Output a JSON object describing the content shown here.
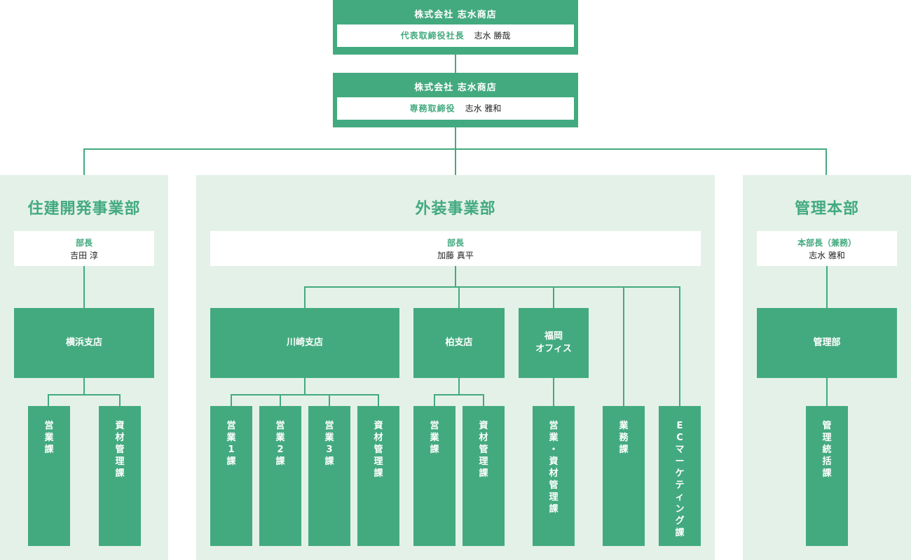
{
  "top1": {
    "company": "株式会社 志水商店",
    "role": "代表取締役社長",
    "name": "志水 勝哉"
  },
  "top2": {
    "company": "株式会社 志水商店",
    "role": "専務取締役",
    "name": "志水 雅和"
  },
  "div1": {
    "title": "住建開発事業部",
    "head_role": "部長",
    "head_name": "吉田 淳",
    "branch": "横浜支店",
    "sections": [
      "営業課",
      "資材管理課"
    ]
  },
  "div2": {
    "title": "外装事業部",
    "head_role": "部長",
    "head_name": "加藤 真平",
    "branch_kawasaki": "川崎支店",
    "branch_kashiwa": "柏支店",
    "branch_fukuoka_l1": "福岡",
    "branch_fukuoka_l2": "オフィス",
    "sections_kawasaki": [
      "営業1課",
      "営業2課",
      "営業3課",
      "資材管理課"
    ],
    "sections_kashiwa": [
      "営業課",
      "資材管理課"
    ],
    "section_fukuoka": "営業・資材管理課",
    "section_gyomu": "業務課",
    "section_ec": "ECマーケティング課"
  },
  "div3": {
    "title": "管理本部",
    "head_role": "本部長（兼務）",
    "head_name": "志水 雅和",
    "branch": "管理部",
    "section": "管理統括課"
  },
  "colors": {
    "green": "#43aa7f",
    "panel": "#e4f1e8",
    "white": "#ffffff"
  }
}
